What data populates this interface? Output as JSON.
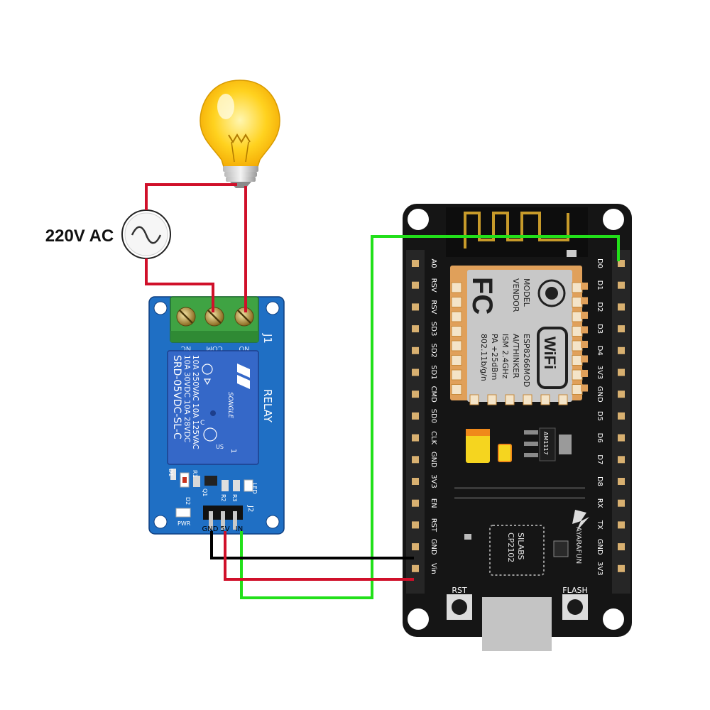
{
  "ac_source": {
    "label": "220V AC"
  },
  "relay": {
    "header_label": "J1",
    "title": "RELAY",
    "terminals": [
      "NC",
      "COM",
      "NO"
    ],
    "body_lines": [
      "10A 250VAC  10A 125VAC",
      "10A 30VDC   10A 28VDC"
    ],
    "model": "SRD-05VDC-SL-C",
    "brand": "SONGLE",
    "cert_c": "C",
    "cert_us": "US",
    "pin1": "1",
    "d1": "D1",
    "r1": "R1",
    "q1": "Q1",
    "r2": "R2",
    "r3": "R3",
    "led": "LED",
    "d2": "D2",
    "pwr": "PWR",
    "j2": "J2",
    "pins": [
      "GND",
      "5V",
      "IN"
    ]
  },
  "nodemcu": {
    "left_pins": [
      "A0",
      "RSV",
      "RSV",
      "SD3",
      "SD2",
      "SD1",
      "CMD",
      "SD0",
      "CLK",
      "GND",
      "3V3",
      "EN",
      "RST",
      "GND",
      "Vin"
    ],
    "right_pins": [
      "D0",
      "D1",
      "D2",
      "D3",
      "D4",
      "3V3",
      "GND",
      "D5",
      "D6",
      "D7",
      "D8",
      "RX",
      "TX",
      "GND",
      "3V3"
    ],
    "module_text": [
      "MODEL",
      "VENDOR",
      "ISM 2.4GHz",
      "PA +25dBm",
      "802.11b/g/n"
    ],
    "module_values": [
      "ESP8266MOD",
      "AI/THINKER"
    ],
    "fcc": "FC",
    "wifi": "WiFi",
    "regulator": "AM1117",
    "usb_chip": [
      "SILABS",
      "CP2102"
    ],
    "brand": "AYARAFUN",
    "rst_button": "RST",
    "flash_button": "FLASH"
  },
  "colors": {
    "wire_red": "#d0102a",
    "wire_green": "#22e01a",
    "wire_black": "#000000",
    "board_black": "#151515",
    "relay_pcb": "#1f6fc4",
    "relay_body": "#3568c8",
    "terminal_green": "#3fa343"
  }
}
